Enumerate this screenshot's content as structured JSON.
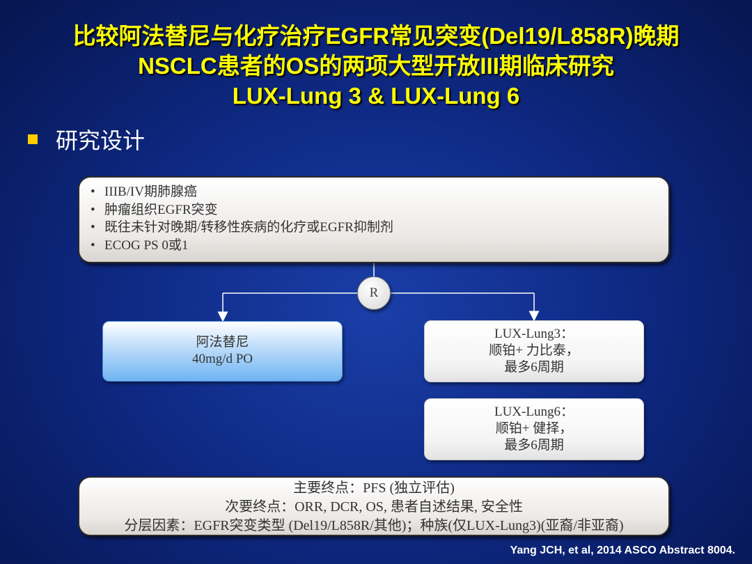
{
  "title": {
    "line1": "比较阿法替尼与化疗治疗EGFR常见突变(Del19/L858R)晚期",
    "line2": "NSCLC患者的OS的两项大型开放III期临床研究",
    "line3": "LUX-Lung 3 & LUX-Lung 6"
  },
  "section": {
    "label": "研究设计"
  },
  "criteria": {
    "items": [
      "IIIB/IV期肺腺癌",
      "肿瘤组织EGFR突变",
      "既往未针对晚期/转移性疾病的化疗或EGFR抑制剂",
      "ECOG PS 0或1"
    ]
  },
  "randomization": {
    "label": "R"
  },
  "arms": {
    "afatinib": {
      "line1": "阿法替尼",
      "line2": "40mg/d PO"
    },
    "lux3": {
      "line1": "LUX-Lung3：",
      "line2": "顺铂+ 力比泰，",
      "line3": "最多6周期"
    },
    "lux6": {
      "line1": "LUX-Lung6：",
      "line2": "顺铂+ 健择，",
      "line3": "最多6周期"
    }
  },
  "endpoints": {
    "primary": "主要终点：PFS (独立评估)",
    "secondary": "次要终点：ORR, DCR, OS, 患者自述结果, 安全性",
    "stratification": "分层因素：EGFR突变类型 (Del19/L858R/其他)；种族(仅LUX-Lung3)(亚裔/非亚裔)"
  },
  "citation": "Yang JCH, et al, 2014 ASCO Abstract 8004.",
  "colors": {
    "title": "#ffff00",
    "bullet": "#ffcc00",
    "background": "#0f2a86"
  }
}
